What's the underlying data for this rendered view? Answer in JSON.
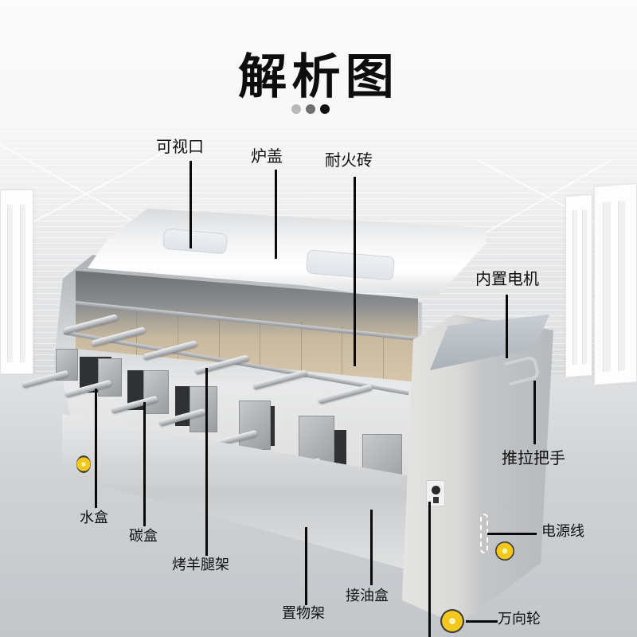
{
  "header": {
    "title": "解析图",
    "dots": [
      {
        "color": "#b9b9b9"
      },
      {
        "color": "#6e6e6e"
      },
      {
        "color": "#0f0f0f"
      }
    ]
  },
  "callouts": {
    "viewing_window": "可视口",
    "furnace_lid": "炉盖",
    "firebrick": "耐火砖",
    "built_in_motor": "内置电机",
    "push_pull_handle": "推拉把手",
    "power_cord": "电源线",
    "caster_wheel": "万向轮",
    "water_box": "水盒",
    "charcoal_box": "碳盒",
    "lamb_leg_rack": "烤羊腿架",
    "storage_shelf": "置物架",
    "oil_tray": "接油盒"
  },
  "colors": {
    "title": "#0d0d0d",
    "label_text": "#111111",
    "leader_line": "#0a0a0a",
    "wheel_yellow": "#f2c81e",
    "steel_light": "#e8e9ea",
    "steel_dark": "#8f9296",
    "firebrick": "#d7c6aa"
  }
}
